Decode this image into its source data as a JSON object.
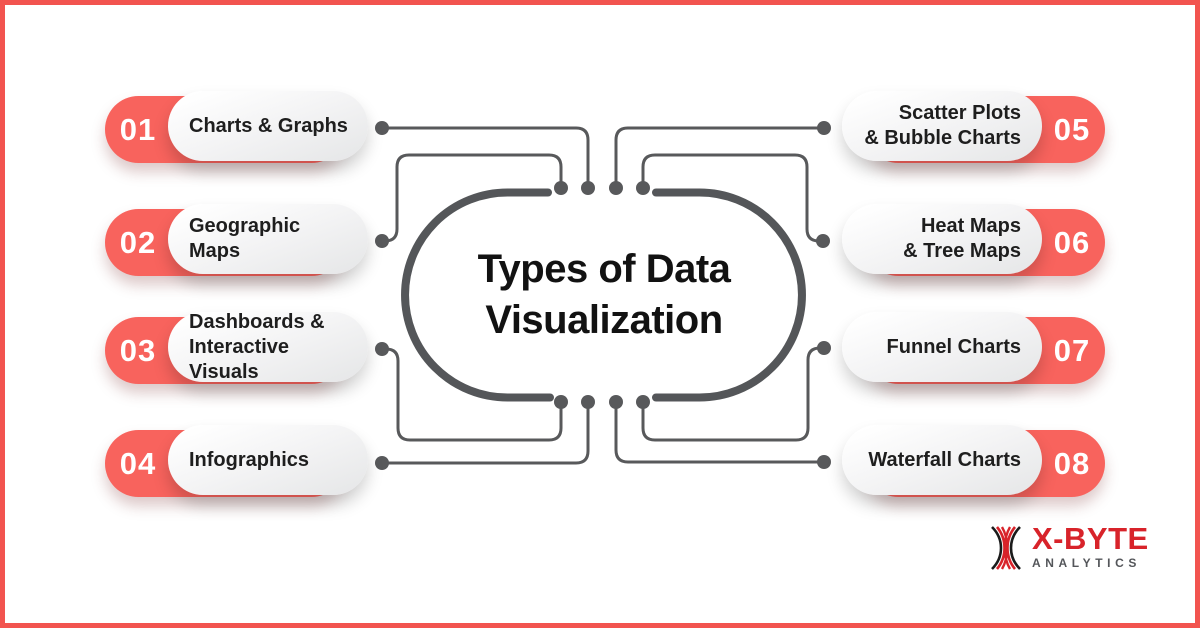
{
  "title": {
    "line1": "Types of Data",
    "line2": "Visualization"
  },
  "items": {
    "left": [
      {
        "number": "01",
        "line1": "Charts & Graphs",
        "line2": ""
      },
      {
        "number": "02",
        "line1": "Geographic Maps",
        "line2": ""
      },
      {
        "number": "03",
        "line1": "Dashboards &",
        "line2": "Interactive Visuals"
      },
      {
        "number": "04",
        "line1": "Infographics",
        "line2": ""
      }
    ],
    "right": [
      {
        "number": "05",
        "line1": "Scatter Plots",
        "line2": "& Bubble Charts"
      },
      {
        "number": "06",
        "line1": "Heat Maps",
        "line2": "& Tree Maps"
      },
      {
        "number": "07",
        "line1": "Funnel Charts",
        "line2": ""
      },
      {
        "number": "08",
        "line1": "Waterfall Charts",
        "line2": ""
      }
    ]
  },
  "logo": {
    "brand": "X-BYTE",
    "subtitle": "ANALYTICS"
  },
  "colors": {
    "accent_red": "#f8635d",
    "frame_red": "#f2544f",
    "connector_gray": "#58595b",
    "capsule_outline": "#545659",
    "logo_red": "#d8232a",
    "title_black": "#121212"
  }
}
